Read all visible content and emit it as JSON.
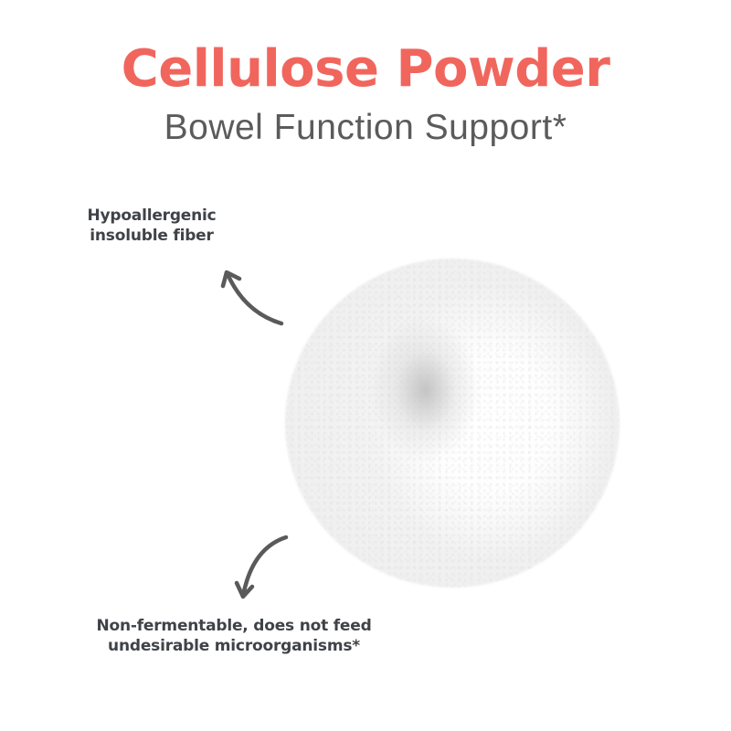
{
  "header": {
    "title": "Cellulose Powder",
    "subtitle": "Bowel Function Support*"
  },
  "callouts": [
    {
      "lines": [
        "Hypoallergenic",
        "insoluble fiber"
      ],
      "arrow_icon": "curved-arrow-up-left-icon"
    },
    {
      "lines": [
        "Non-fermentable, does not feed",
        "undesirable microorganisms*"
      ],
      "arrow_icon": "curved-arrow-down-left-icon"
    }
  ],
  "image": {
    "subject": "white cellulose powder pile"
  },
  "colors": {
    "title": "#f0665d",
    "subtitle": "#5b5b5b",
    "callout_text": "#3f4348",
    "arrow": "#5a5a5a",
    "background": "#ffffff"
  }
}
